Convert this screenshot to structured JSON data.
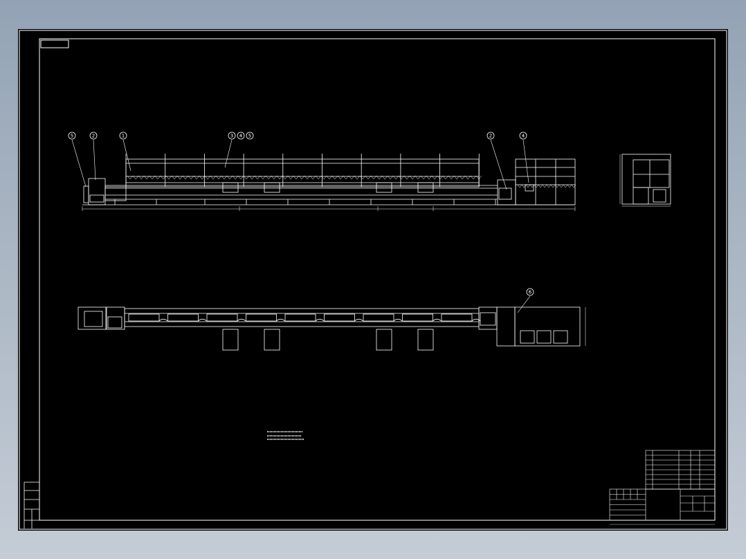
{
  "drawing": {
    "stamp_code": "",
    "balloons": [
      "5",
      "2",
      "1",
      "3",
      "4",
      "5",
      "2",
      "4",
      "6"
    ],
    "dimensions": {
      "front_total": "",
      "front_seg1": "",
      "front_seg2": "",
      "front_seg3": "",
      "front_left": "",
      "side_width": "",
      "side_height": "",
      "plan_height": "",
      "plan_right": ""
    },
    "notes": {
      "heading": "",
      "line1": "",
      "line2": ""
    }
  },
  "bom": {
    "rows": [
      {
        "no": "",
        "name": "",
        "qty": "",
        "remark": ""
      },
      {
        "no": "",
        "name": "",
        "qty": "",
        "remark": ""
      },
      {
        "no": "",
        "name": "",
        "qty": "",
        "remark": ""
      },
      {
        "no": "",
        "name": "",
        "qty": "",
        "remark": ""
      },
      {
        "no": "",
        "name": "",
        "qty": "",
        "remark": ""
      },
      {
        "no": "",
        "name": "",
        "qty": "",
        "remark": ""
      },
      {
        "no": "",
        "name": "",
        "qty": "",
        "remark": ""
      },
      {
        "no": "",
        "name": "",
        "qty": "",
        "remark": ""
      }
    ]
  },
  "title_block": {
    "drawing_name": "",
    "drawing_number": "",
    "scale": "",
    "sheet": ""
  },
  "side_strip": [
    "",
    "",
    "",
    "",
    ""
  ],
  "colors": {
    "line": "#ffffff",
    "background": "#000000",
    "frame_outer": "#93a3b5"
  }
}
